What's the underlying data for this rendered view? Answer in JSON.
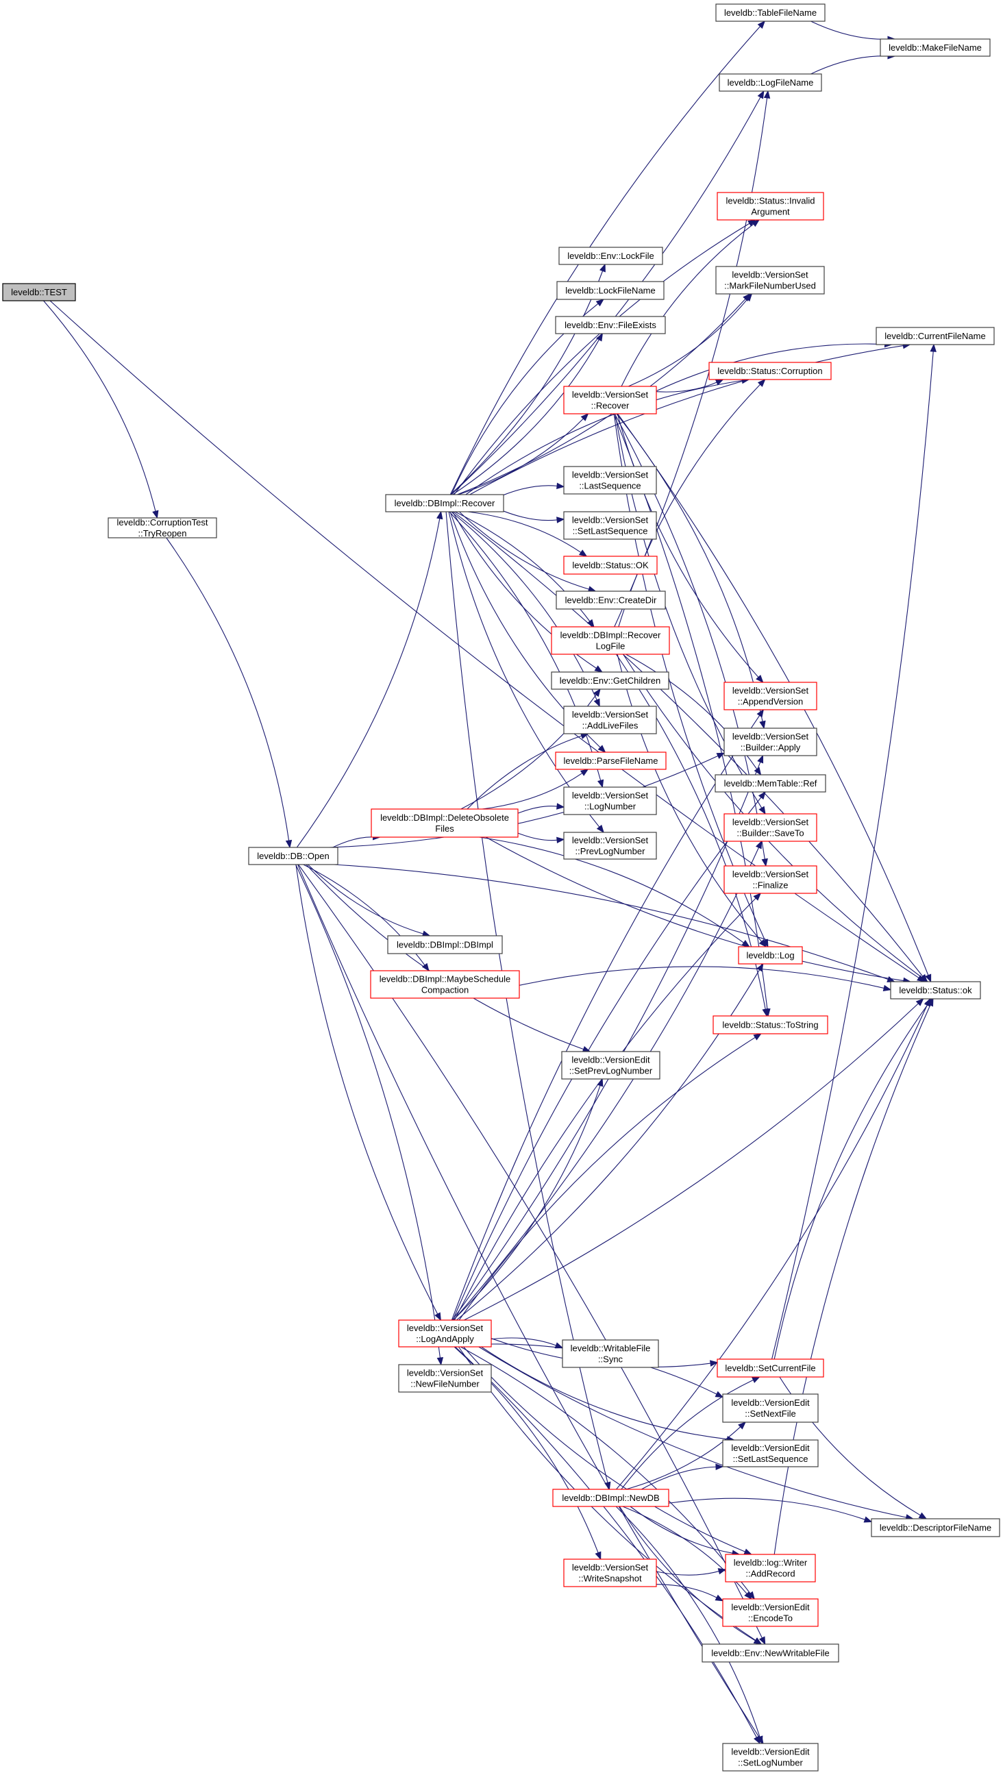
{
  "graph": {
    "title": "Call graph of leveldb::TEST",
    "colors": {
      "edge": "#191970",
      "root_fill": "#bfbfbf",
      "red_border": "#ff0000",
      "normal_border": "#404040"
    },
    "nodes": [
      {
        "id": "test",
        "label": [
          "leveldb::TEST"
        ],
        "style": "root"
      },
      {
        "id": "tryreopen",
        "label": [
          "leveldb::CorruptionTest",
          "::TryReopen"
        ],
        "style": "normal"
      },
      {
        "id": "dbopen",
        "label": [
          "leveldb::DB::Open"
        ],
        "style": "normal"
      },
      {
        "id": "dbimplrecover",
        "label": [
          "leveldb::DBImpl::Recover"
        ],
        "style": "normal"
      },
      {
        "id": "deleteobsolete",
        "label": [
          "leveldb::DBImpl::DeleteObsolete",
          "Files"
        ],
        "style": "red"
      },
      {
        "id": "dbimpl",
        "label": [
          "leveldb::DBImpl::DBImpl"
        ],
        "style": "normal"
      },
      {
        "id": "maybeschedule",
        "label": [
          "leveldb::DBImpl::MaybeSchedule",
          "Compaction"
        ],
        "style": "red"
      },
      {
        "id": "logandapply",
        "label": [
          "leveldb::VersionSet",
          "::LogAndApply"
        ],
        "style": "red"
      },
      {
        "id": "newfilenumber",
        "label": [
          "leveldb::VersionSet",
          "::NewFileNumber"
        ],
        "style": "normal"
      },
      {
        "id": "lockfile",
        "label": [
          "leveldb::Env::LockFile"
        ],
        "style": "normal"
      },
      {
        "id": "lockfilename",
        "label": [
          "leveldb::LockFileName"
        ],
        "style": "normal"
      },
      {
        "id": "fileexists",
        "label": [
          "leveldb::Env::FileExists"
        ],
        "style": "normal"
      },
      {
        "id": "vsrecover",
        "label": [
          "leveldb::VersionSet",
          "::Recover"
        ],
        "style": "red"
      },
      {
        "id": "lastsequence",
        "label": [
          "leveldb::VersionSet",
          "::LastSequence"
        ],
        "style": "normal"
      },
      {
        "id": "setlastsequence",
        "label": [
          "leveldb::VersionSet",
          "::SetLastSequence"
        ],
        "style": "normal"
      },
      {
        "id": "statusok",
        "label": [
          "leveldb::Status::OK"
        ],
        "style": "red"
      },
      {
        "id": "createdir",
        "label": [
          "leveldb::Env::CreateDir"
        ],
        "style": "normal"
      },
      {
        "id": "recoverlogfile",
        "label": [
          "leveldb::DBImpl::Recover",
          "LogFile"
        ],
        "style": "red"
      },
      {
        "id": "getchildren",
        "label": [
          "leveldb::Env::GetChildren"
        ],
        "style": "normal"
      },
      {
        "id": "addlivefiles",
        "label": [
          "leveldb::VersionSet",
          "::AddLiveFiles"
        ],
        "style": "normal"
      },
      {
        "id": "parsefilename",
        "label": [
          "leveldb::ParseFileName"
        ],
        "style": "red"
      },
      {
        "id": "lognumber",
        "label": [
          "leveldb::VersionSet",
          "::LogNumber"
        ],
        "style": "normal"
      },
      {
        "id": "prevlognumber",
        "label": [
          "leveldb::VersionSet",
          "::PrevLogNumber"
        ],
        "style": "normal"
      },
      {
        "id": "setprevlognumber",
        "label": [
          "leveldb::VersionEdit",
          "::SetPrevLogNumber"
        ],
        "style": "normal"
      },
      {
        "id": "writablesync",
        "label": [
          "leveldb::WritableFile",
          "::Sync"
        ],
        "style": "normal"
      },
      {
        "id": "newdb",
        "label": [
          "leveldb::DBImpl::NewDB"
        ],
        "style": "red"
      },
      {
        "id": "writesnapshot",
        "label": [
          "leveldb::VersionSet",
          "::WriteSnapshot"
        ],
        "style": "red"
      },
      {
        "id": "tablefilename",
        "label": [
          "leveldb::TableFileName"
        ],
        "style": "normal"
      },
      {
        "id": "logfilename",
        "label": [
          "leveldb::LogFileName"
        ],
        "style": "normal"
      },
      {
        "id": "invalidargument",
        "label": [
          "leveldb::Status::Invalid",
          "Argument"
        ],
        "style": "red"
      },
      {
        "id": "markfilenumberused",
        "label": [
          "leveldb::VersionSet",
          "::MarkFileNumberUsed"
        ],
        "style": "normal"
      },
      {
        "id": "corruption",
        "label": [
          "leveldb::Status::Corruption"
        ],
        "style": "red"
      },
      {
        "id": "appendversion",
        "label": [
          "leveldb::VersionSet",
          "::AppendVersion"
        ],
        "style": "red"
      },
      {
        "id": "builderapply",
        "label": [
          "leveldb::VersionSet",
          "::Builder::Apply"
        ],
        "style": "normal"
      },
      {
        "id": "memtableref",
        "label": [
          "leveldb::MemTable::Ref"
        ],
        "style": "normal"
      },
      {
        "id": "buildersaveto",
        "label": [
          "leveldb::VersionSet",
          "::Builder::SaveTo"
        ],
        "style": "red"
      },
      {
        "id": "finalize",
        "label": [
          "leveldb::VersionSet",
          "::Finalize"
        ],
        "style": "red"
      },
      {
        "id": "log",
        "label": [
          "leveldb::Log"
        ],
        "style": "red"
      },
      {
        "id": "tostring",
        "label": [
          "leveldb::Status::ToString"
        ],
        "style": "red"
      },
      {
        "id": "setcurrentfile",
        "label": [
          "leveldb::SetCurrentFile"
        ],
        "style": "red"
      },
      {
        "id": "setnextfile",
        "label": [
          "leveldb::VersionEdit",
          "::SetNextFile"
        ],
        "style": "normal"
      },
      {
        "id": "vesetlastsequence",
        "label": [
          "leveldb::VersionEdit",
          "::SetLastSequence"
        ],
        "style": "normal"
      },
      {
        "id": "addrecord",
        "label": [
          "leveldb::log::Writer",
          "::AddRecord"
        ],
        "style": "red"
      },
      {
        "id": "encodeto",
        "label": [
          "leveldb::VersionEdit",
          "::EncodeTo"
        ],
        "style": "red"
      },
      {
        "id": "newwritablefile",
        "label": [
          "leveldb::Env::NewWritableFile"
        ],
        "style": "normal"
      },
      {
        "id": "setlognumber",
        "label": [
          "leveldb::VersionEdit",
          "::SetLogNumber"
        ],
        "style": "normal"
      },
      {
        "id": "makefilename",
        "label": [
          "leveldb::MakeFileName"
        ],
        "style": "normal"
      },
      {
        "id": "currentfilename",
        "label": [
          "leveldb::CurrentFileName"
        ],
        "style": "normal"
      },
      {
        "id": "statusokmethod",
        "label": [
          "leveldb::Status::ok"
        ],
        "style": "normal"
      },
      {
        "id": "descriptorfilename",
        "label": [
          "leveldb::DescriptorFileName"
        ],
        "style": "normal"
      }
    ],
    "edges": [
      [
        "test",
        "tryreopen"
      ],
      [
        "test",
        "statusokmethod"
      ],
      [
        "tryreopen",
        "dbopen"
      ],
      [
        "dbopen",
        "dbimplrecover"
      ],
      [
        "dbopen",
        "deleteobsolete"
      ],
      [
        "dbopen",
        "dbimpl"
      ],
      [
        "dbopen",
        "maybeschedule"
      ],
      [
        "dbopen",
        "logandapply"
      ],
      [
        "dbopen",
        "newfilenumber"
      ],
      [
        "dbopen",
        "setprevlognumber"
      ],
      [
        "dbopen",
        "statusokmethod"
      ],
      [
        "dbopen",
        "builderapply"
      ],
      [
        "dbopen",
        "newwritablefile"
      ],
      [
        "dbopen",
        "setlognumber"
      ],
      [
        "dbimplrecover",
        "tablefilename"
      ],
      [
        "dbimplrecover",
        "logfilename"
      ],
      [
        "dbimplrecover",
        "invalidargument"
      ],
      [
        "dbimplrecover",
        "markfilenumberused"
      ],
      [
        "dbimplrecover",
        "currentfilename"
      ],
      [
        "dbimplrecover",
        "lockfile"
      ],
      [
        "dbimplrecover",
        "lockfilename"
      ],
      [
        "dbimplrecover",
        "fileexists"
      ],
      [
        "dbimplrecover",
        "corruption"
      ],
      [
        "dbimplrecover",
        "vsrecover"
      ],
      [
        "dbimplrecover",
        "lastsequence"
      ],
      [
        "dbimplrecover",
        "setlastsequence"
      ],
      [
        "dbimplrecover",
        "statusok"
      ],
      [
        "dbimplrecover",
        "createdir"
      ],
      [
        "dbimplrecover",
        "recoverlogfile"
      ],
      [
        "dbimplrecover",
        "getchildren"
      ],
      [
        "dbimplrecover",
        "addlivefiles"
      ],
      [
        "dbimplrecover",
        "parsefilename"
      ],
      [
        "dbimplrecover",
        "lognumber"
      ],
      [
        "dbimplrecover",
        "prevlognumber"
      ],
      [
        "dbimplrecover",
        "statusokmethod"
      ],
      [
        "dbimplrecover",
        "newdb"
      ],
      [
        "vsrecover",
        "invalidargument"
      ],
      [
        "vsrecover",
        "markfilenumberused"
      ],
      [
        "vsrecover",
        "currentfilename"
      ],
      [
        "vsrecover",
        "corruption"
      ],
      [
        "vsrecover",
        "statusokmethod"
      ],
      [
        "vsrecover",
        "appendversion"
      ],
      [
        "vsrecover",
        "builderapply"
      ],
      [
        "vsrecover",
        "buildersaveto"
      ],
      [
        "vsrecover",
        "finalize"
      ],
      [
        "vsrecover",
        "log"
      ],
      [
        "vsrecover",
        "tostring"
      ],
      [
        "recoverlogfile",
        "logfilename"
      ],
      [
        "recoverlogfile",
        "corruption"
      ],
      [
        "recoverlogfile",
        "statusokmethod"
      ],
      [
        "recoverlogfile",
        "memtableref"
      ],
      [
        "recoverlogfile",
        "log"
      ],
      [
        "recoverlogfile",
        "tostring"
      ],
      [
        "deleteobsolete",
        "getchildren"
      ],
      [
        "deleteobsolete",
        "addlivefiles"
      ],
      [
        "deleteobsolete",
        "parsefilename"
      ],
      [
        "deleteobsolete",
        "lognumber"
      ],
      [
        "deleteobsolete",
        "prevlognumber"
      ],
      [
        "deleteobsolete",
        "log"
      ],
      [
        "deleteobsolete",
        "statusokmethod"
      ],
      [
        "maybeschedule",
        "statusokmethod"
      ],
      [
        "logandapply",
        "setprevlognumber"
      ],
      [
        "logandapply",
        "appendversion"
      ],
      [
        "logandapply",
        "builderapply"
      ],
      [
        "logandapply",
        "memtableref"
      ],
      [
        "logandapply",
        "buildersaveto"
      ],
      [
        "logandapply",
        "finalize"
      ],
      [
        "logandapply",
        "log"
      ],
      [
        "logandapply",
        "tostring"
      ],
      [
        "logandapply",
        "statusokmethod"
      ],
      [
        "logandapply",
        "writablesync"
      ],
      [
        "logandapply",
        "setcurrentfile"
      ],
      [
        "logandapply",
        "setnextfile"
      ],
      [
        "logandapply",
        "vesetlastsequence"
      ],
      [
        "logandapply",
        "writesnapshot"
      ],
      [
        "logandapply",
        "addrecord"
      ],
      [
        "logandapply",
        "encodeto"
      ],
      [
        "logandapply",
        "newwritablefile"
      ],
      [
        "logandapply",
        "setlognumber"
      ],
      [
        "logandapply",
        "descriptorfilename"
      ],
      [
        "newdb",
        "setcurrentfile"
      ],
      [
        "newdb",
        "setnextfile"
      ],
      [
        "newdb",
        "vesetlastsequence"
      ],
      [
        "newdb",
        "statusokmethod"
      ],
      [
        "newdb",
        "descriptorfilename"
      ],
      [
        "newdb",
        "addrecord"
      ],
      [
        "newdb",
        "encodeto"
      ],
      [
        "newdb",
        "newwritablefile"
      ],
      [
        "newdb",
        "setlognumber"
      ],
      [
        "writesnapshot",
        "addrecord"
      ],
      [
        "writesnapshot",
        "encodeto"
      ],
      [
        "setcurrentfile",
        "currentfilename"
      ],
      [
        "setcurrentfile",
        "statusokmethod"
      ],
      [
        "setcurrentfile",
        "descriptorfilename"
      ],
      [
        "addrecord",
        "statusokmethod"
      ],
      [
        "tablefilename",
        "makefilename"
      ],
      [
        "logfilename",
        "makefilename"
      ]
    ]
  }
}
